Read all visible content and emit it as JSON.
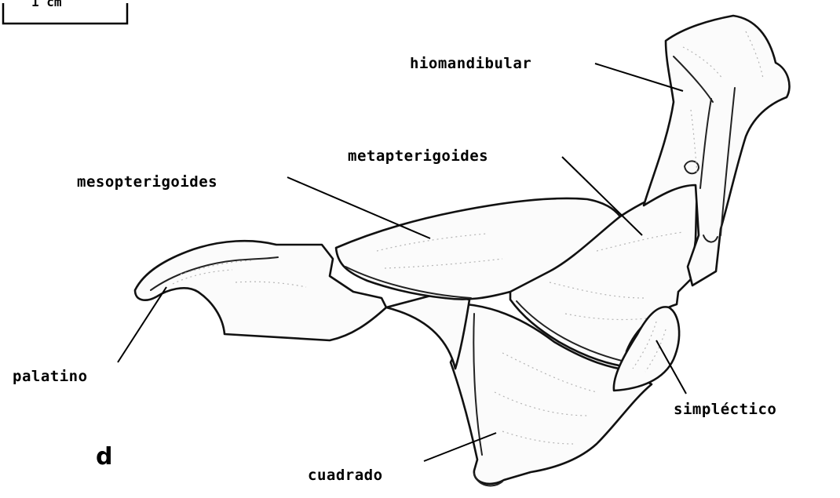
{
  "figure": {
    "panel_letter": "d",
    "scale_bar_label": "1 cm"
  },
  "labels": {
    "hiomandibular": "hiomandibular",
    "metapterigoides": "metapterigoides",
    "mesopterigoides": "mesopterigoides",
    "palatino": "palatino",
    "simplectico": "simpléctico",
    "cuadrado": "cuadrado"
  }
}
